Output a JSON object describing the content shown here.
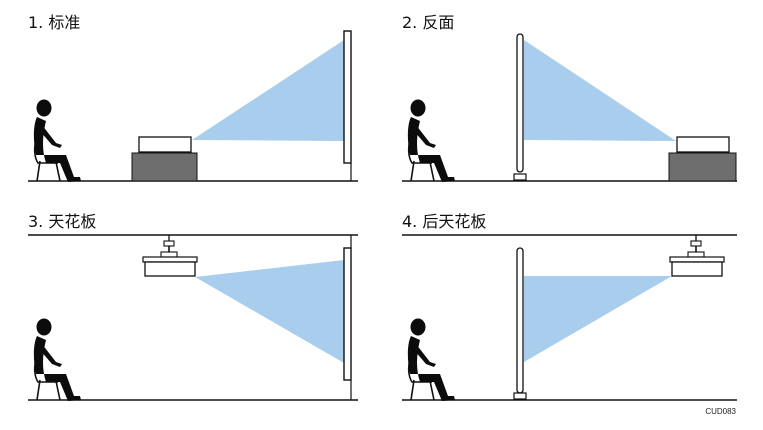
{
  "panels": [
    {
      "id": "standard",
      "label": "1.  标准"
    },
    {
      "id": "rear",
      "label": "2.  反面"
    },
    {
      "id": "ceiling",
      "label": "3.  天花板"
    },
    {
      "id": "rear-ceiling",
      "label": "4.  后天花板"
    }
  ],
  "figure_code": "CUD083",
  "colors": {
    "light_beam": "#a9cdec",
    "projector_stand": "#6e6e6e",
    "line": "#111111",
    "person": "#0c0c0c",
    "screen_fill": "#ffffff"
  }
}
